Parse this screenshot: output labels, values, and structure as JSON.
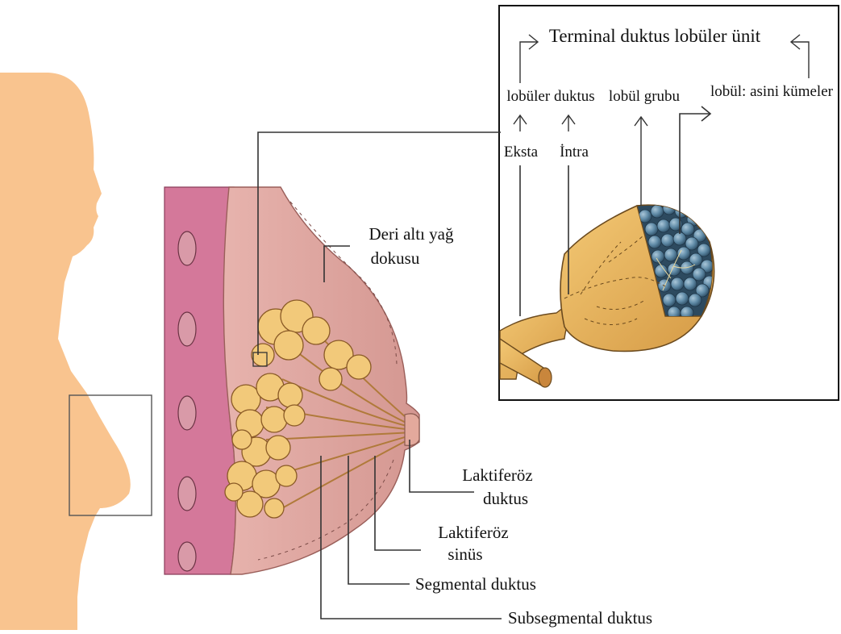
{
  "diagram": {
    "inset": {
      "title": "Terminal duktus lobüler ünit",
      "lobuler_duktus": "lobüler duktus",
      "lobul_grubu": "lobül grubu",
      "lobul_asini": "lobül: asini kümeler",
      "eksta": "Eksta",
      "intra": "İntra"
    },
    "labels": {
      "deri_alti_line1": "Deri altı yağ",
      "deri_alti_line2": "dokusu",
      "laktiferoz_duktus_line1": "Laktiferöz",
      "laktiferoz_duktus_line2": "duktus",
      "laktiferoz_sinus_line1": "Laktiferöz",
      "laktiferoz_sinus_line2": "sinüs",
      "segmental_duktus": "Segmental duktus",
      "subsegmental_duktus": "Subsegmental duktus"
    },
    "colors": {
      "skin": "#f9c48f",
      "breast_tissue": "#d9a09a",
      "muscle": "#d4789a",
      "gland": "#f2c97a",
      "lobule_blue": "#5f8aa6",
      "lobule_shell": "#e6b35c"
    }
  }
}
